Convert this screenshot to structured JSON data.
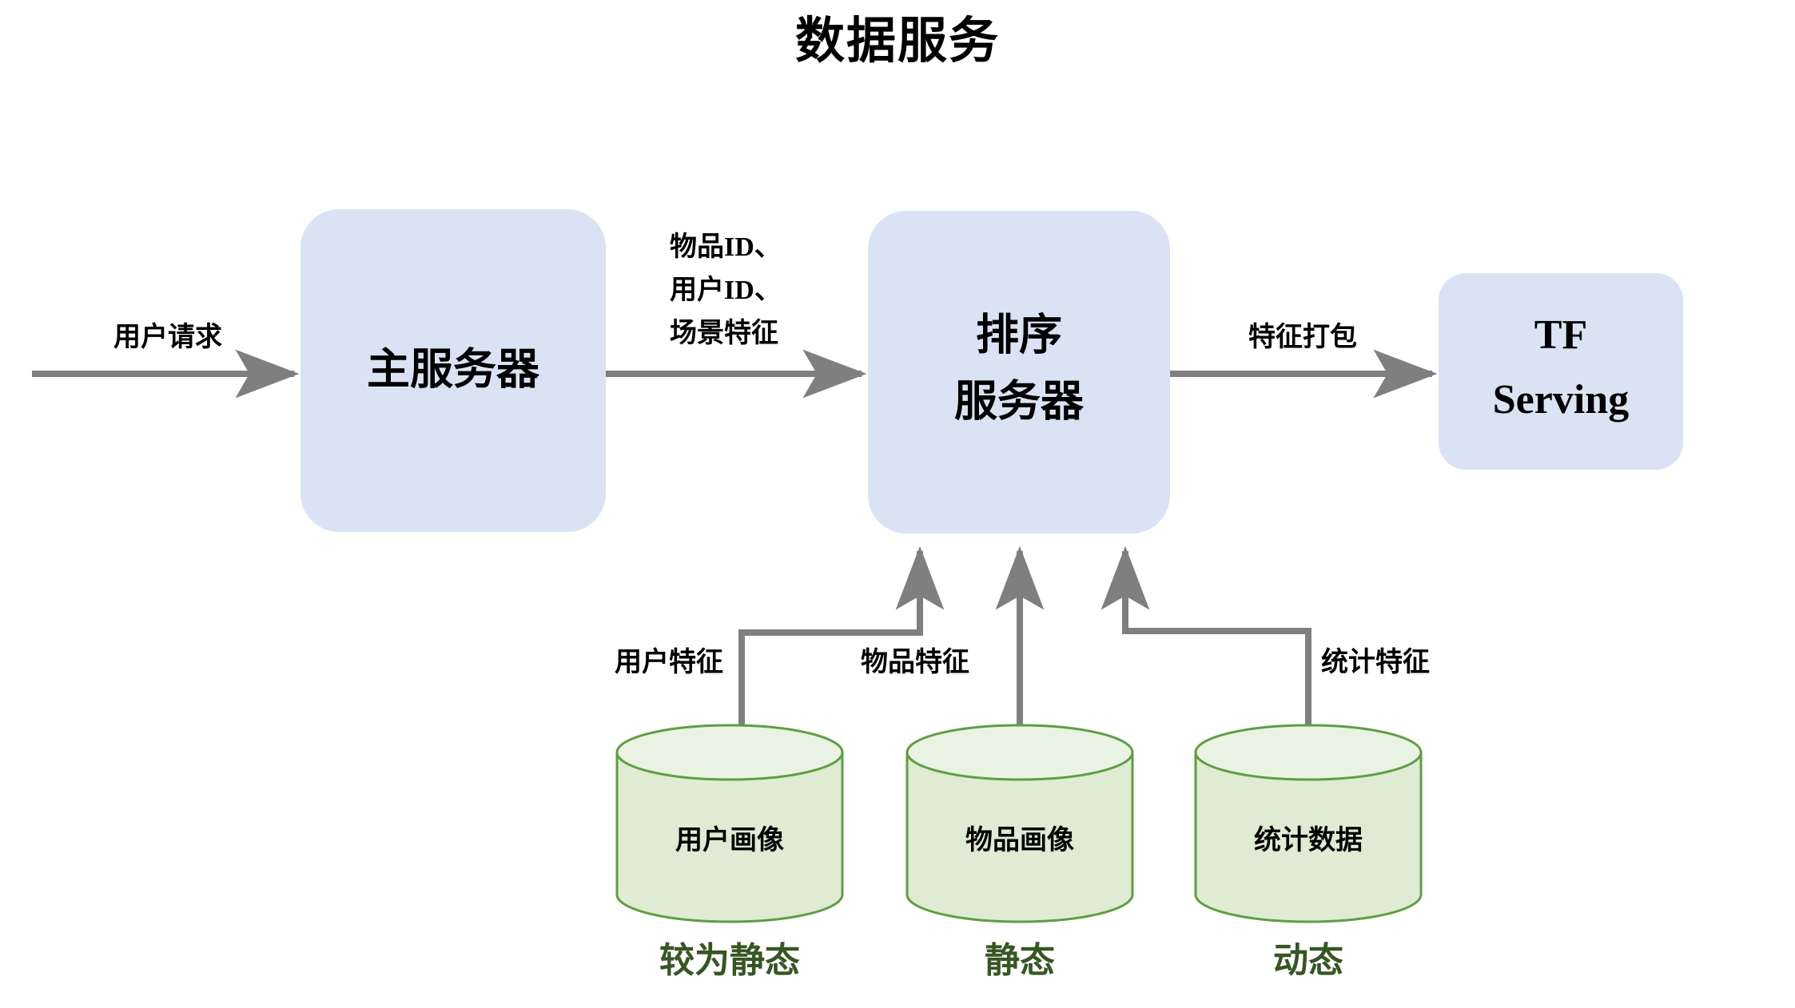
{
  "title": "数据服务",
  "colors": {
    "box_fill": "#dae3f3",
    "cylinder_body": "#dfebd3",
    "cylinder_top": "#eaf3e3",
    "cylinder_stroke": "#5e9e42",
    "arrow": "#7f7f7f",
    "caption_text": "#375623",
    "text": "#000000",
    "background": "#ffffff"
  },
  "nodes": [
    {
      "id": "main-server",
      "label": "主服务器",
      "lines": [
        "主服务器"
      ],
      "shape": "rounded-rect"
    },
    {
      "id": "rank-server",
      "label": "排序服务器",
      "lines": [
        "排序",
        "服务器"
      ],
      "shape": "rounded-rect"
    },
    {
      "id": "tf-serving",
      "label": "TF Serving",
      "lines": [
        "TF",
        "Serving"
      ],
      "shape": "rounded-rect"
    }
  ],
  "datastores": [
    {
      "id": "user-profile",
      "label": "用户画像",
      "caption": "较为静态",
      "edge_label": "用户特征"
    },
    {
      "id": "item-profile",
      "label": "物品画像",
      "caption": "静态",
      "edge_label": "物品特征"
    },
    {
      "id": "stats-data",
      "label": "统计数据",
      "caption": "动态",
      "edge_label": "统计特征"
    }
  ],
  "edges": [
    {
      "id": "user-request",
      "label_lines": [
        "用户请求"
      ],
      "from": "external",
      "to": "main-server"
    },
    {
      "id": "ids-and-context",
      "label_lines": [
        "物品ID、",
        "用户ID、",
        "场景特征"
      ],
      "from": "main-server",
      "to": "rank-server"
    },
    {
      "id": "feature-packing",
      "label_lines": [
        "特征打包"
      ],
      "from": "rank-server",
      "to": "tf-serving"
    },
    {
      "id": "user-feature",
      "label_lines": [
        "用户特征"
      ],
      "from": "user-profile",
      "to": "rank-server"
    },
    {
      "id": "item-feature",
      "label_lines": [
        "物品特征"
      ],
      "from": "item-profile",
      "to": "rank-server"
    },
    {
      "id": "stats-feature",
      "label_lines": [
        "统计特征"
      ],
      "from": "stats-data",
      "to": "rank-server"
    }
  ]
}
